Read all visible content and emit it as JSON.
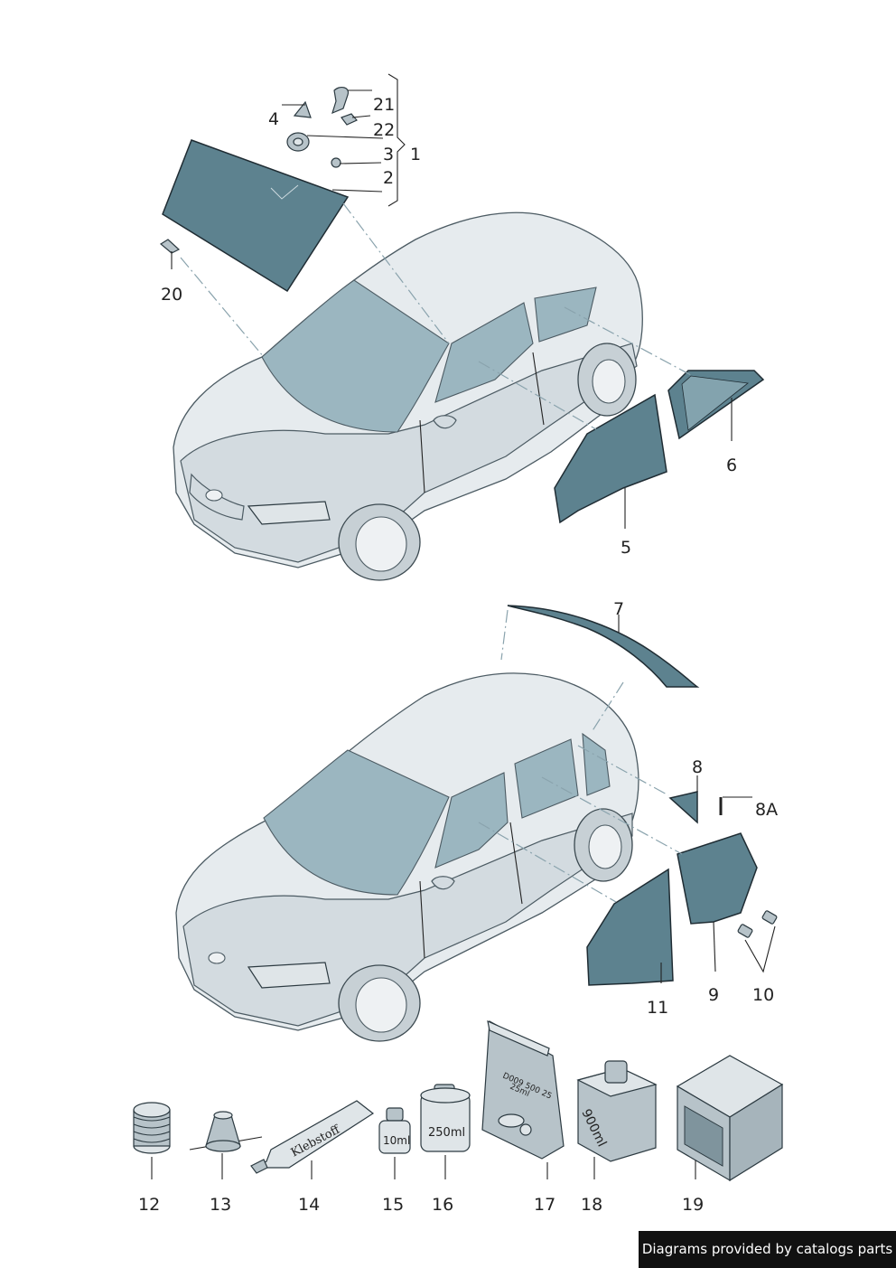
{
  "labels": {
    "l1": "1",
    "l2": "2",
    "l3": "3",
    "l4": "4",
    "l5": "5",
    "l6": "6",
    "l7": "7",
    "l8": "8",
    "l8a": "8A",
    "l9": "9",
    "l10": "10",
    "l11": "11",
    "l12": "12",
    "l13": "13",
    "l14": "14",
    "l15": "15",
    "l16": "16",
    "l17": "17",
    "l18": "18",
    "l19": "19",
    "l20": "20",
    "l21": "21",
    "l22": "22"
  },
  "product_text": {
    "tube": "Klebstoff",
    "small_bottle": "10ml",
    "can": "250ml",
    "bottle": "900ml",
    "bag_line1": "D009 500 25",
    "bag_line2": "25ml"
  },
  "footer": {
    "credit": "Diagrams provided by catalogs parts"
  },
  "colors": {
    "glass": "#5d828f",
    "body": "#e6ebee",
    "credit_bg": "#111111"
  }
}
